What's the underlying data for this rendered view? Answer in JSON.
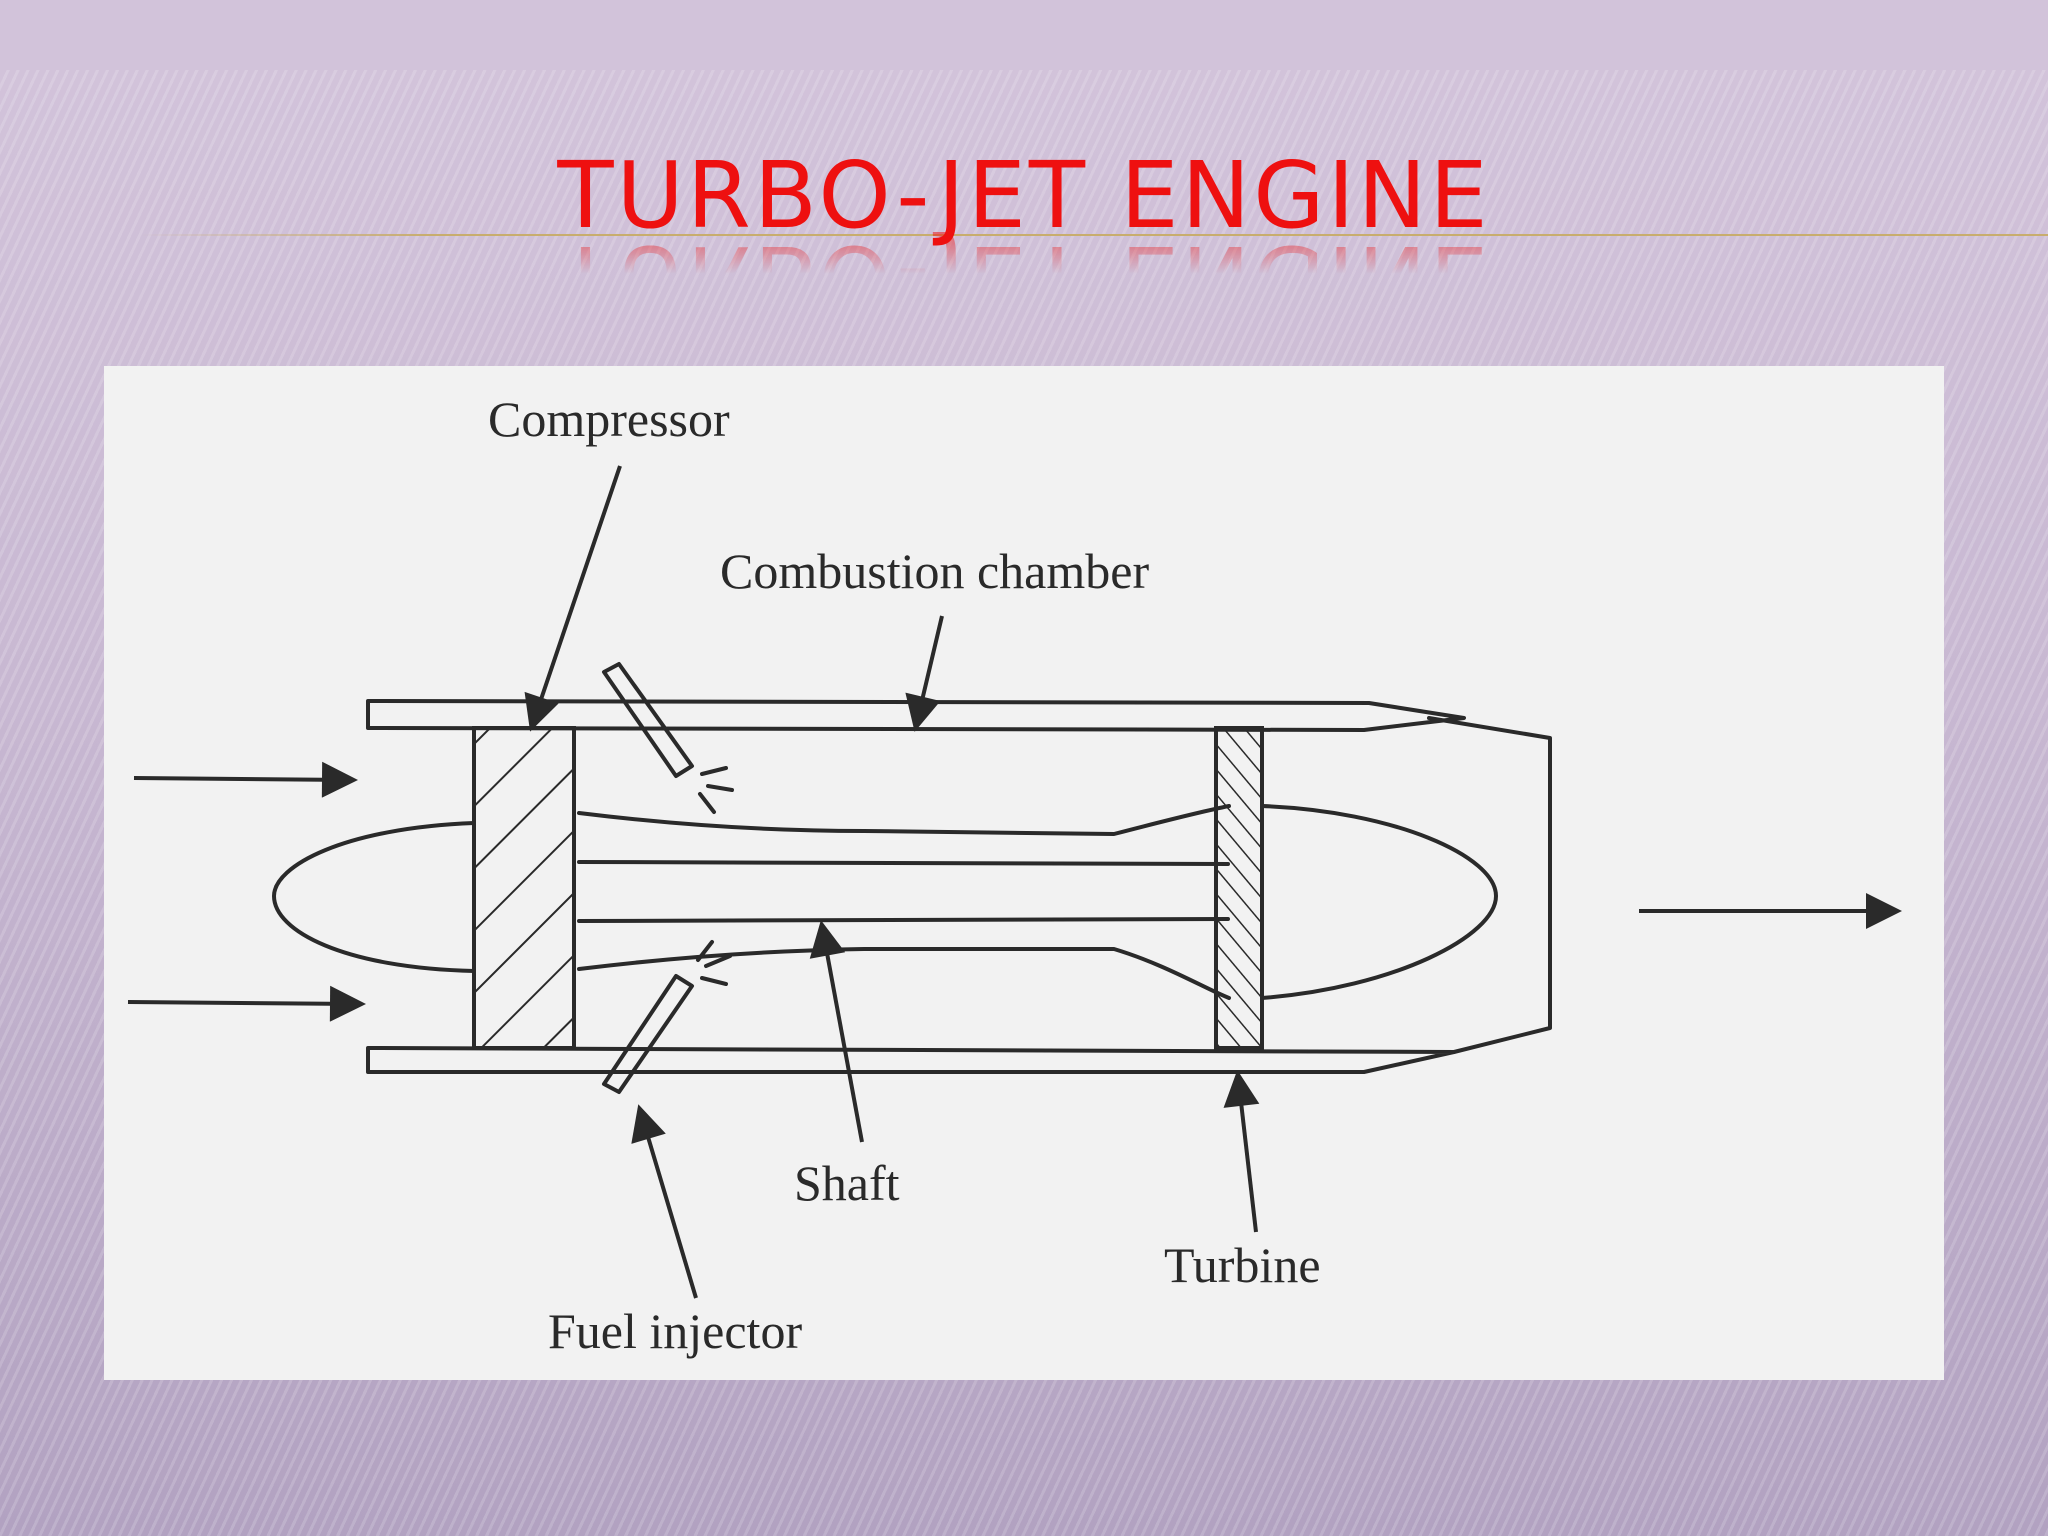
{
  "slide": {
    "title": "TURBO-JET ENGINE"
  },
  "diagram": {
    "labels": {
      "compressor": "Compressor",
      "combustion_chamber": "Combustion chamber",
      "shaft": "Shaft",
      "turbine": "Turbine",
      "fuel_injector": "Fuel injector"
    }
  },
  "colors": {
    "title": "#ee1010",
    "ink": "#2a2a2a",
    "panel": "#f2f2f2"
  }
}
